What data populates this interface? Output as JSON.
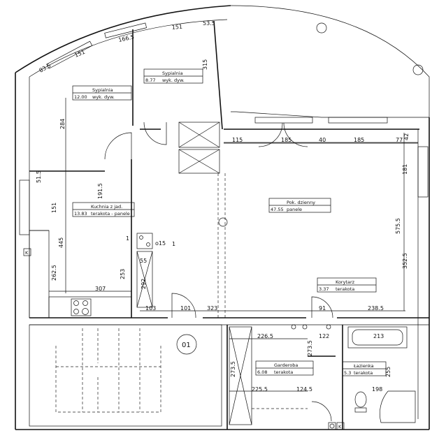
{
  "rooms": [
    {
      "id": "bedroom1",
      "name": "Sypialnia",
      "area": "12.00",
      "finish": "wyk. dyw."
    },
    {
      "id": "bedroom2",
      "name": "Sypialnia",
      "area": "8.77",
      "finish": "wyk. dyw."
    },
    {
      "id": "living",
      "name": "Pok. dzienny",
      "area": "47.55",
      "finish": "panele"
    },
    {
      "id": "kitchen",
      "name": "Kuchnia z jad.",
      "area": "13.83",
      "finish": "terakota - panele"
    },
    {
      "id": "corridor",
      "name": "Korytarz",
      "area": "3.37",
      "finish": "terakota"
    },
    {
      "id": "wardrobe",
      "name": "Garderoba",
      "area": "6.08",
      "finish": "terakota"
    },
    {
      "id": "bathroom",
      "name": "Łazienka",
      "area": "5.3",
      "finish": "terakota"
    }
  ],
  "dimensions": {
    "arc_83_5": "83.5",
    "arc_151": "151",
    "arc_166_5": "166.5",
    "arc_151b": "151",
    "arc_53_5": "53.5",
    "d315": "315",
    "d284": "284",
    "d115": "115",
    "d185a": "185",
    "d40": "40",
    "d185b": "185",
    "d77": "77",
    "d42": "42",
    "d181": "181",
    "d575_5": "575.5",
    "d352_5": "352.5",
    "d191_5": "191.5",
    "d51_5": "51.5",
    "d151": "151",
    "d445": "445",
    "d262_5": "262.5",
    "d253": "253",
    "d55": "55",
    "d292": "292",
    "d307": "307",
    "d103": "103",
    "d101": "101",
    "d323": "323",
    "d91": "91",
    "d238_5": "238.5",
    "d226_5": "226.5",
    "d122": "122",
    "d273_5a": "273.5",
    "d213": "213",
    "d273_5b": "273.5",
    "d225_5": "225.5",
    "d124_5": "124.5",
    "d198": "198",
    "d255": "255"
  },
  "markers": {
    "o15": "o15",
    "one_a": "1",
    "one_b": "1",
    "level": "01",
    "k1": "K",
    "k2": "K"
  }
}
